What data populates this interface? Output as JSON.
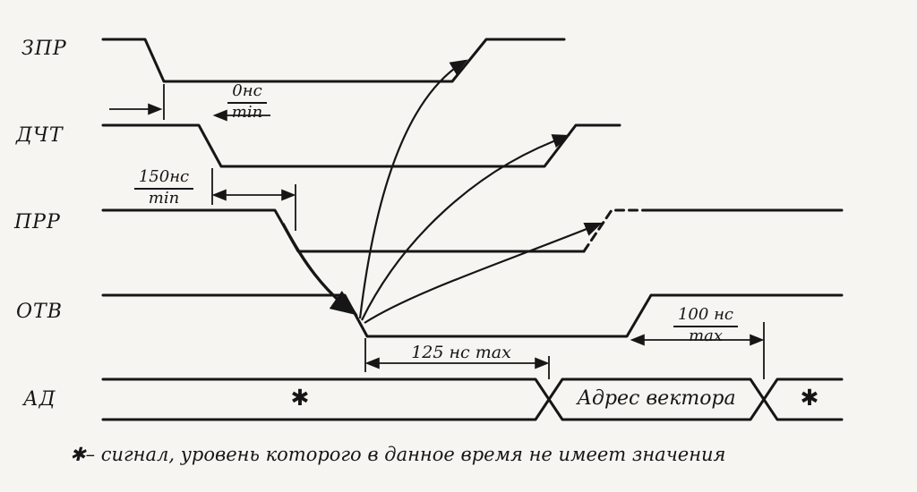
{
  "signals": {
    "zpr": "ЗПР",
    "dcht": "ДЧТ",
    "prr": "ПРР",
    "otv": "ОТВ",
    "ad": "АД"
  },
  "timing": {
    "t0": {
      "value": "0нс",
      "qual": "min"
    },
    "t150": {
      "value": "150нс",
      "qual": "min"
    },
    "t125": {
      "label": "125 нс max"
    },
    "t100": {
      "value": "100 нс",
      "qual": "max"
    }
  },
  "bus": {
    "dont_care_left": "✱",
    "vector_address": "Адрес вектора",
    "dont_care_right": "✱"
  },
  "footnote": "✱– сигнал, уровень которого в данное время не имеет значения"
}
